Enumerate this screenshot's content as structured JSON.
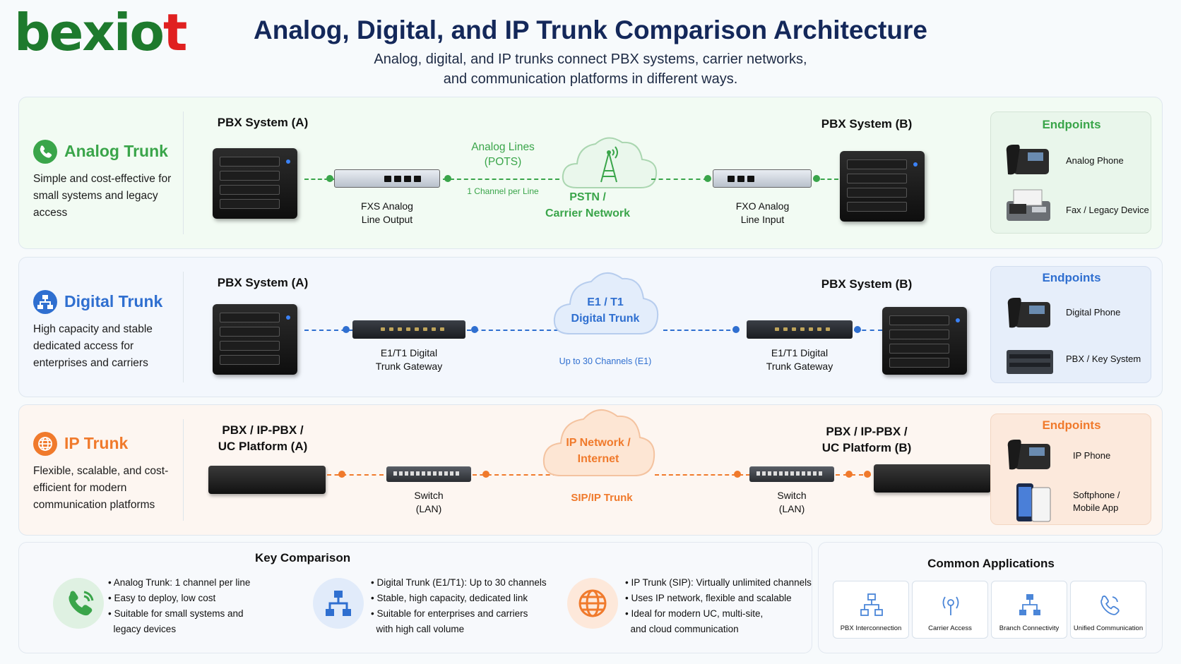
{
  "logo": {
    "text_main": "bexio",
    "text_accent": "t",
    "brand_color": "#1e7a2d",
    "accent_color": "#e02020"
  },
  "header": {
    "title": "Analog, Digital, and IP Trunk Comparison Architecture",
    "subtitle_line1": "Analog, digital, and IP trunks connect PBX systems, carrier networks,",
    "subtitle_line2": "and communication platforms in different ways."
  },
  "rows": {
    "analog": {
      "title": "Analog Trunk",
      "desc": "Simple and cost-effective for small systems and legacy access",
      "color": "#3aa54a",
      "pbx_a": "PBX System (A)",
      "pbx_b": "PBX System (B)",
      "device_a_line1": "FXS Analog",
      "device_a_line2": "Line Output",
      "line_label_1": "Analog Lines",
      "line_label_2": "(POTS)",
      "line_note": "1 Channel per Line",
      "cloud_line1": "PSTN /",
      "cloud_line2": "Carrier Network",
      "device_b_line1": "FXO Analog",
      "device_b_line2": "Line Input",
      "endpoints": {
        "title": "Endpoints",
        "items": [
          "Analog Phone",
          "Fax / Legacy Device"
        ]
      },
      "icon": "phone-icon"
    },
    "digital": {
      "title": "Digital Trunk",
      "desc": "High capacity and stable dedicated access for enterprises and carriers",
      "color": "#2f6fd0",
      "pbx_a": "PBX System (A)",
      "pbx_b": "PBX System (B)",
      "device_a_line1": "E1/T1 Digital",
      "device_a_line2": "Trunk Gateway",
      "cloud_line1": "E1 / T1",
      "cloud_line2": "Digital Trunk",
      "cloud_note": "Up to 30 Channels (E1)",
      "device_b_line1": "E1/T1 Digital",
      "device_b_line2": "Trunk Gateway",
      "endpoints": {
        "title": "Endpoints",
        "items": [
          "Digital Phone",
          "PBX / Key System"
        ]
      },
      "icon": "network-icon"
    },
    "ip": {
      "title": "IP Trunk",
      "desc": "Flexible, scalable, and cost-efficient for modern communication platforms",
      "color": "#f07a2c",
      "pbx_a_line1": "PBX / IP-PBX /",
      "pbx_a_line2": "UC Platform (A)",
      "pbx_b_line1": "PBX / IP-PBX /",
      "pbx_b_line2": "UC Platform (B)",
      "switch_line1": "Switch",
      "switch_line2": "(LAN)",
      "cloud_line1": "IP Network /",
      "cloud_line2": "Internet",
      "cloud_note": "SIP/IP Trunk",
      "endpoints": {
        "title": "Endpoints",
        "items": [
          "IP Phone",
          "Softphone /",
          "Mobile App"
        ]
      },
      "icon": "globe-icon"
    }
  },
  "key_comparison": {
    "title": "Key Comparison",
    "analog": [
      "Analog Trunk: 1 channel per line",
      "Easy to deploy, low cost",
      "Suitable for small systems and",
      "legacy devices"
    ],
    "digital": [
      "Digital Trunk (E1/T1): Up to 30 channels",
      "Stable, high capacity, dedicated link",
      "Suitable for enterprises and carriers",
      "with high call volume"
    ],
    "ip": [
      "IP Trunk (SIP): Virtually unlimited channels",
      "Uses IP network, flexible and scalable",
      "Ideal for modern UC, multi-site,",
      "and cloud communication"
    ]
  },
  "applications": {
    "title": "Common Applications",
    "items": [
      "PBX Interconnection",
      "Carrier Access",
      "Branch Connectivity",
      "Unified Communication"
    ]
  }
}
